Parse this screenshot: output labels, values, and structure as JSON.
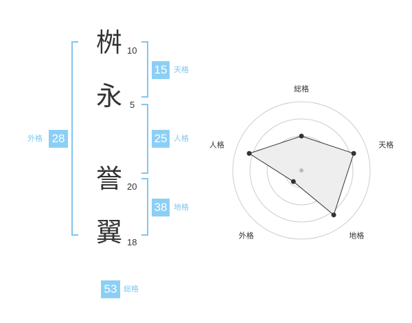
{
  "name": {
    "chars": [
      {
        "char": "桝",
        "strokes": "10"
      },
      {
        "char": "永",
        "strokes": "5"
      },
      {
        "char": "誉",
        "strokes": "20"
      },
      {
        "char": "翼",
        "strokes": "18"
      }
    ]
  },
  "fortune": {
    "tenkaku": {
      "value": "15",
      "label": "天格"
    },
    "jinkaku": {
      "value": "25",
      "label": "人格"
    },
    "chikaku": {
      "value": "38",
      "label": "地格"
    },
    "gaikaku": {
      "value": "28",
      "label": "外格"
    },
    "soukaku": {
      "value": "53",
      "label": "総格"
    }
  },
  "chart_data": {
    "type": "radar",
    "axes": [
      "総格",
      "天格",
      "地格",
      "外格",
      "人格"
    ],
    "values": [
      2.5,
      4,
      4,
      1,
      4
    ],
    "max": 5,
    "rings": 4,
    "colors": {
      "fill": "#eeeeee",
      "line": "#333333",
      "ring": "#cccccc",
      "center": "#bbbbbb"
    }
  }
}
